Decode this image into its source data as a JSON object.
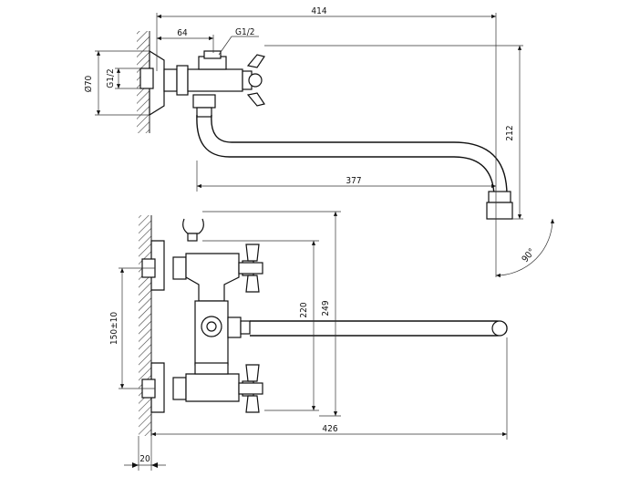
{
  "drawing": {
    "top_view": {
      "dim_total_width": "414",
      "dim_offset": "64",
      "dim_thread": "G1/2",
      "dim_flange_diameter": "Ø70",
      "dim_inlet_thread": "G1/2",
      "dim_spout_height": "212",
      "dim_spout_reach": "377",
      "dim_angle": "90°"
    },
    "front_view": {
      "dim_centers": "150±10",
      "dim_height_220": "220",
      "dim_height_249": "249",
      "dim_total_length": "426",
      "dim_wall_offset": "20"
    }
  }
}
